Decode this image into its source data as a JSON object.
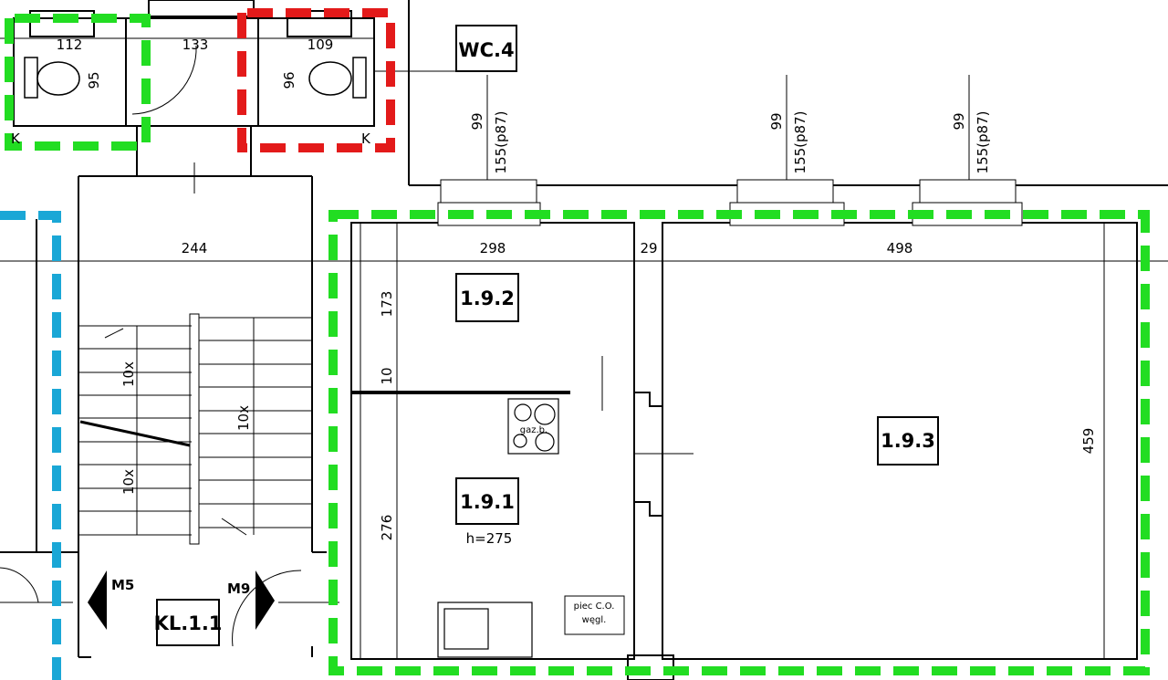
{
  "legend_colors": {
    "green": "#22dd22",
    "red": "#e31a1a",
    "blue": "#1aa7d6",
    "line": "#000000"
  },
  "rooms": {
    "wc4": "WC.4",
    "r192": "1.9.2",
    "r191": "1.9.1",
    "r191_height": "h=275",
    "r193": "1.9.3",
    "kl11": "KL.1.1"
  },
  "doors": {
    "m5": "M5",
    "m9": "M9"
  },
  "dimensions": {
    "wc_left_width": "112",
    "wc_mid_width": "133",
    "wc_right_width": "109",
    "wc_left_height": "95",
    "wc_right_height": "96",
    "stair_width": "244",
    "r192_width": "298",
    "wall_thickness": "29",
    "r193_width": "498",
    "r192_depth": "173",
    "partition": "10",
    "r191_depth": "276",
    "r193_depth": "459",
    "stair_steps_a": "10x",
    "stair_steps_b": "10x",
    "stair_steps_c": "10x"
  },
  "windows": [
    {
      "sill": "99",
      "height": "155(p87)"
    },
    {
      "sill": "99",
      "height": "155(p87)"
    },
    {
      "sill": "99",
      "height": "155(p87)"
    }
  ],
  "fixtures": {
    "stove": "gaz.b.",
    "heater_line1": "piec C.O.",
    "heater_line2": "węgl.",
    "wc_corner_left": "K",
    "wc_corner_right": "K"
  },
  "icons": [
    "toilet-icon",
    "stove-icon",
    "sink-icon",
    "door-arrow-icon"
  ]
}
